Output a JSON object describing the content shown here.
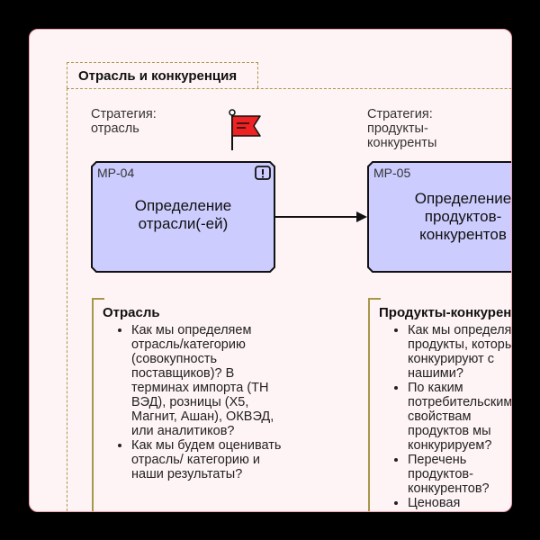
{
  "group": {
    "title": "Отрасль и конкуренция"
  },
  "steps": [
    {
      "strategy": "Стратегия:\nотрасль",
      "id": "MP-04",
      "title": "Определение отрасли(-ей)",
      "has_flag": true,
      "has_alert": true
    },
    {
      "strategy": "Стратегия:\nпродукты-\nконкуренты",
      "id": "MP-05",
      "title": "Определение продуктов-конкурентов",
      "has_flag": false,
      "has_alert": false
    }
  ],
  "annotations": [
    {
      "title": "Отрасль",
      "items": [
        "Как мы определяем отрасль/категорию (совокупность поставщиков)? В терминах импорта (ТН ВЭД),  розницы (X5, Магнит, Ашан), ОКВЭД,  или аналитиков?",
        "Как мы будем оценивать отрасль/ категорию и наши результаты?"
      ]
    },
    {
      "title": "Продукты-конкуренты",
      "items": [
        "Как мы определяем продукты, которые конкурируют с нашими?",
        "По каким потребительским свойствам продуктов мы конкурируем?",
        "Перечень продуктов-конкурентов?",
        "Ценовая конкуренция по"
      ]
    }
  ],
  "colors": {
    "box_fill": "#ccccff",
    "flag": "#ee2222",
    "frame": "#a8964a",
    "card_bg": "#fff4f5",
    "card_border": "#f0a0b0"
  }
}
